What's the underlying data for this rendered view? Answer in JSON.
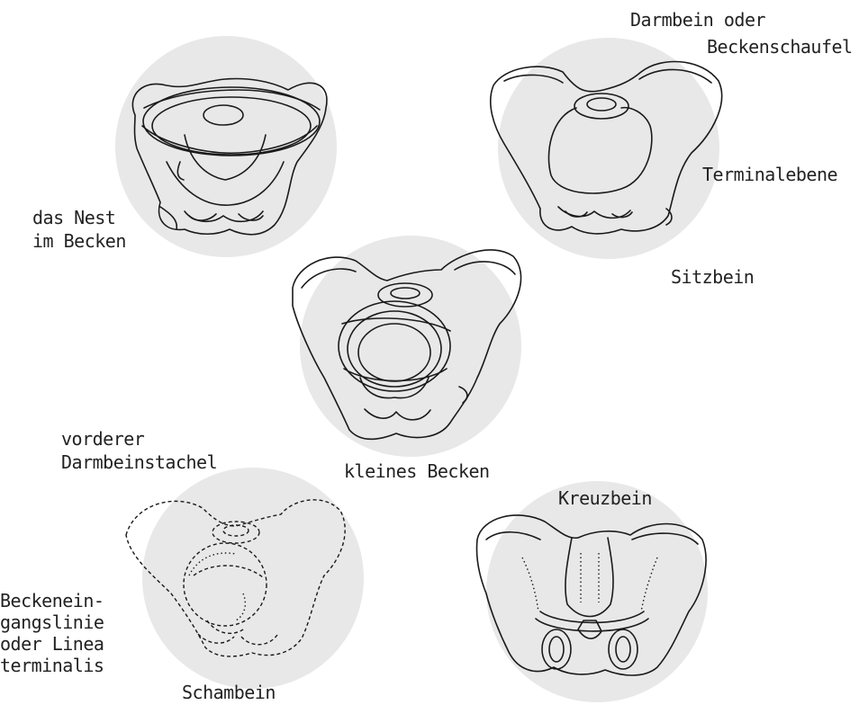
{
  "labels": {
    "nest_line1": "das Nest",
    "nest_line2": "im Becken",
    "darmbein_line1": "Darmbein oder",
    "darmbein_line2": "Beckenschaufel",
    "terminalebene": "Terminalebene",
    "sitzbein": "Sitzbein",
    "kleines_becken": "kleines Becken",
    "vorderer_line1": "vorderer",
    "vorderer_line2": "Darmbeinstachel",
    "kreuzbein": "Kreuzbein",
    "linea_line1": "Beckenein-",
    "linea_line2": "gangslinie",
    "linea_line3": "oder Linea",
    "linea_line4": "terminalis",
    "schambein": "Schambein"
  },
  "colors": {
    "circle": "#e8e8e8",
    "ink": "#1a1a1a",
    "dark_fill": "#2a2a2a"
  }
}
